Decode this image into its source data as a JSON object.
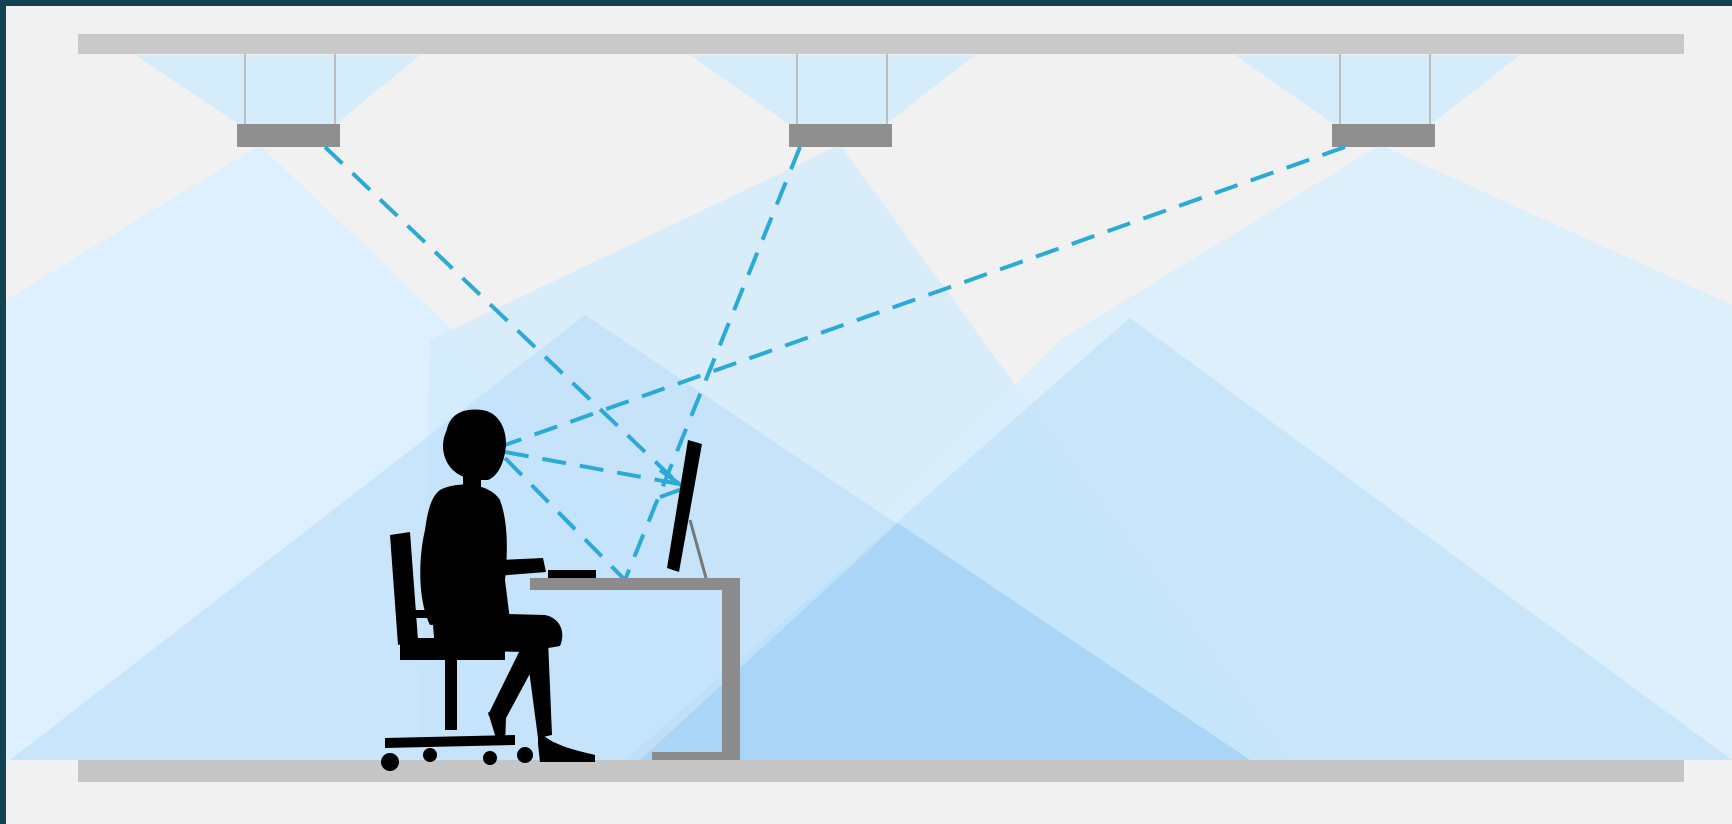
{
  "diagram": {
    "luminaires": [
      {
        "id": "left",
        "light_color": "#dcefff"
      },
      {
        "id": "center",
        "light_color": "#d4ebfc"
      },
      {
        "id": "right",
        "light_color": "#d8eefd"
      }
    ],
    "reflection_paths": [
      {
        "from": "left-luminaire",
        "to": "monitor"
      },
      {
        "from": "center-luminaire",
        "to": "desk"
      },
      {
        "from": "right-luminaire",
        "to": "eye"
      },
      {
        "from": "eye",
        "to": "monitor"
      },
      {
        "from": "eye",
        "to": "desk"
      }
    ],
    "colors": {
      "frame": "#0f4450",
      "background": "#f1f1f1",
      "ceiling": "#c9c9c9",
      "floor": "#c6c6c6",
      "luminaire": "#8f8f8f",
      "light_cone_outer": "#dcefff",
      "light_cone_inner": "#b8dcf7",
      "light_overlap": "#9ccdf3",
      "dashed_line": "#2ba9d7",
      "desk": "#8c8c8c",
      "silhouette": "#000000"
    }
  }
}
